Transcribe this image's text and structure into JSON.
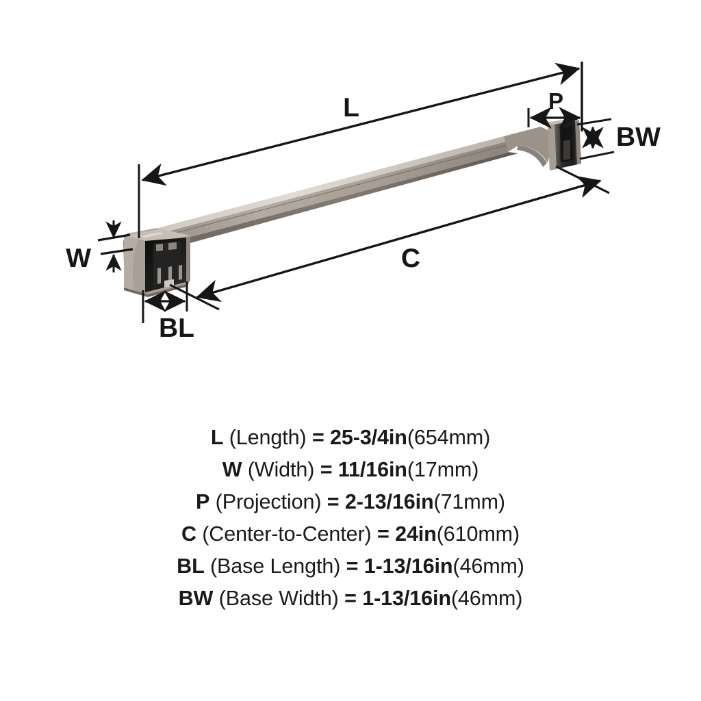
{
  "product": {
    "type": "towel-bar",
    "finish_appearance": "brushed nickel",
    "view": "three-quarter isometric"
  },
  "palette": {
    "background": "#ffffff",
    "line": "#161616",
    "text": "#1a1a1a",
    "metal_top_edge": "#d9d4cc",
    "metal_face": "#a39a90",
    "metal_face_dark": "#7d756c",
    "metal_highlight": "#cdc7bf",
    "bracket_shell": "#b2aaa1",
    "bracket_shadow": "#6f6860",
    "cavity_dark": "#121212",
    "cavity_mid": "#2b2b2b",
    "rib": "#9a938b"
  },
  "diagram": {
    "labels": {
      "length": "L",
      "width": "W",
      "projection": "P",
      "center_to_center": "C",
      "base_length": "BL",
      "base_width": "BW"
    }
  },
  "specs": [
    {
      "key": "L",
      "name": "(Length)",
      "equals": "=",
      "imperial": "25-3/4in",
      "metric": "(654mm)"
    },
    {
      "key": "W",
      "name": "(Width)",
      "equals": "=",
      "imperial": "11/16in",
      "metric": "(17mm)"
    },
    {
      "key": "P",
      "name": "(Projection)",
      "equals": "=",
      "imperial": "2-13/16in",
      "metric": "(71mm)"
    },
    {
      "key": "C",
      "name": "(Center-to-Center)",
      "equals": "=",
      "imperial": "24in",
      "metric": "(610mm)"
    },
    {
      "key": "BL",
      "name": "(Base Length)",
      "equals": "=",
      "imperial": "1-13/16in",
      "metric": "(46mm)"
    },
    {
      "key": "BW",
      "name": "(Base Width)",
      "equals": "=",
      "imperial": "1-13/16in",
      "metric": "(46mm)"
    }
  ]
}
